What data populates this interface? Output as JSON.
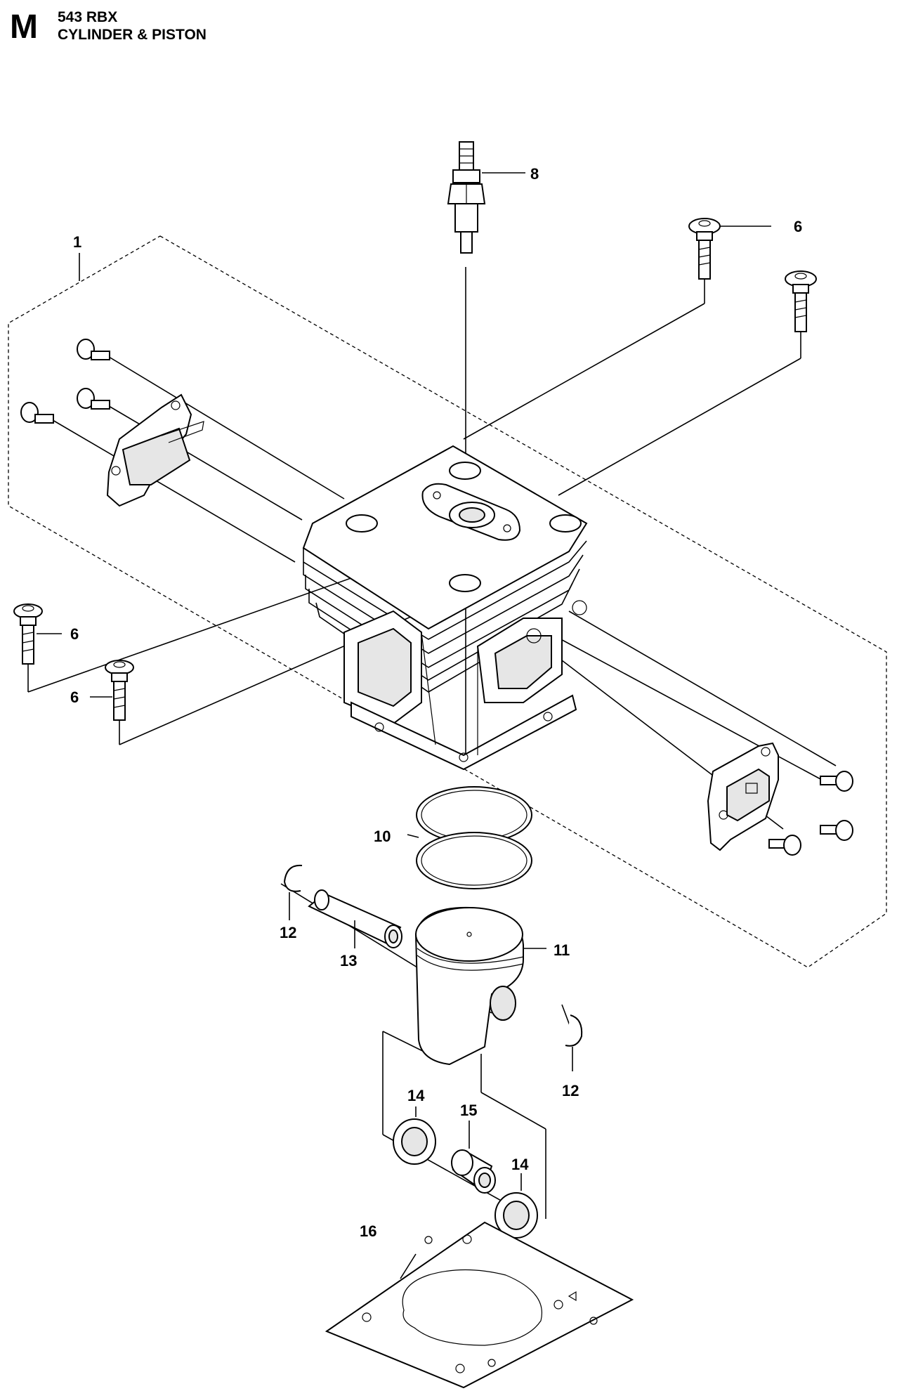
{
  "header": {
    "section_letter": "M",
    "model": "543 RBX",
    "title": "CYLINDER & PISTON"
  },
  "callouts": [
    {
      "id": "c1",
      "label": "1"
    },
    {
      "id": "c8",
      "label": "8"
    },
    {
      "id": "c6a",
      "label": "6"
    },
    {
      "id": "c6b",
      "label": "6"
    },
    {
      "id": "c6c",
      "label": "6"
    },
    {
      "id": "c10",
      "label": "10"
    },
    {
      "id": "c11",
      "label": "11"
    },
    {
      "id": "c12a",
      "label": "12"
    },
    {
      "id": "c12b",
      "label": "12"
    },
    {
      "id": "c13",
      "label": "13"
    },
    {
      "id": "c14a",
      "label": "14"
    },
    {
      "id": "c14b",
      "label": "14"
    },
    {
      "id": "c15",
      "label": "15"
    },
    {
      "id": "c16",
      "label": "16"
    }
  ]
}
